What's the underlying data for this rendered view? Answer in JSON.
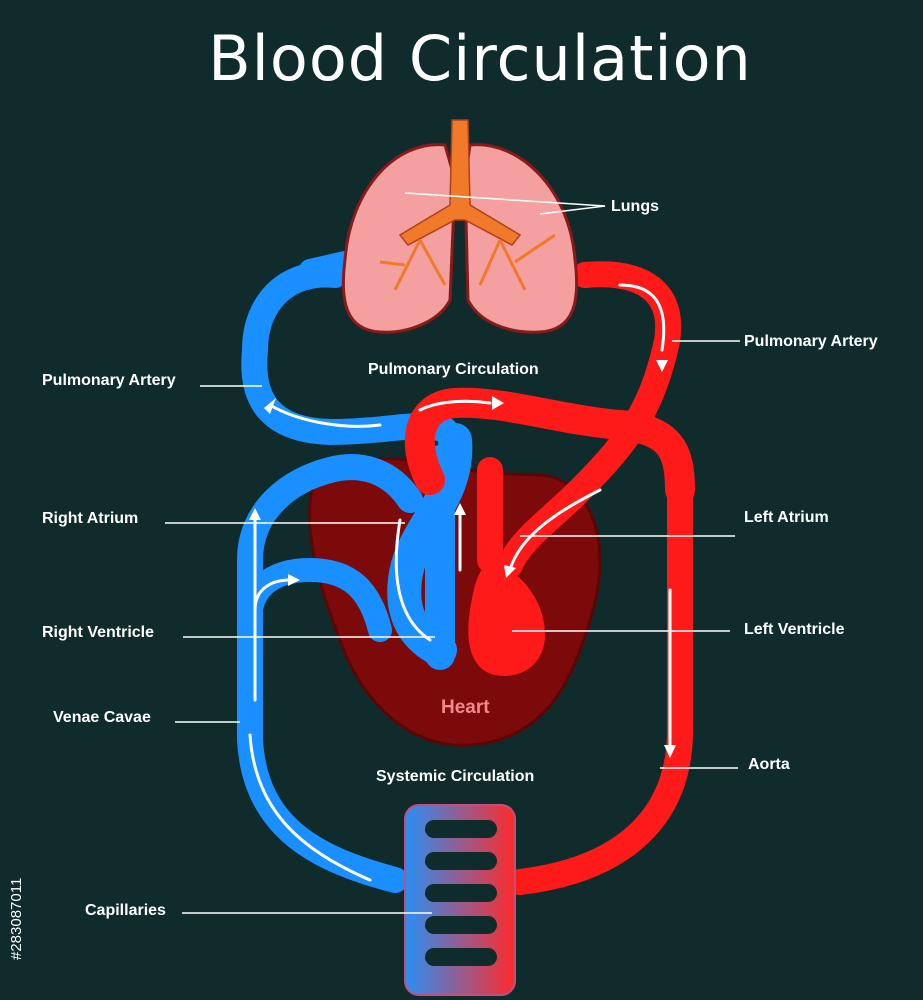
{
  "title": "Blood Circulation",
  "labels": {
    "lungs": "Lungs",
    "pulmonary_artery_right": "Pulmonary Artery",
    "pulmonary_artery_left": "Pulmonary Artery",
    "pulmonary_circulation": "Pulmonary Circulation",
    "right_atrium": "Right Atrium",
    "left_atrium": "Left Atrium",
    "right_ventricle": "Right Ventricle",
    "left_ventricle": "Left Ventricle",
    "venae_cavae": "Venae Cavae",
    "heart": "Heart",
    "systemic_circulation": "Systemic Circulation",
    "aorta": "Aorta",
    "capillaries": "Capillaries"
  },
  "stock_id": "#283087011",
  "colors": {
    "background": "#0f2b2c",
    "oxygenated": "#ff1a1a",
    "deoxygenated": "#1a8fff",
    "heart": "#7d0a0a",
    "lungs": "#f4a0a0",
    "trachea": "#f07a2a"
  }
}
